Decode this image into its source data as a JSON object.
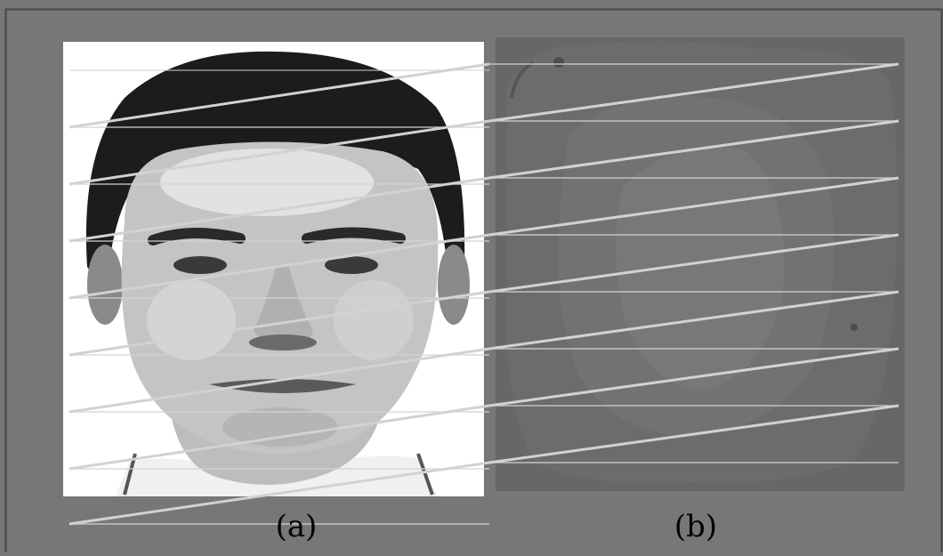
{
  "figure": {
    "panels": [
      {
        "id": "a",
        "caption": "(a)",
        "content": "grayscale-face-photo"
      },
      {
        "id": "b",
        "caption": "(b)",
        "content": "transformed-face-image"
      }
    ],
    "scan_rows": 8,
    "colors": {
      "background": "#777777",
      "frame": "#444444",
      "panel_a_bg": "#ffffff",
      "panel_b_bg": "#676767",
      "scan_line": "#d2d2d2"
    }
  }
}
